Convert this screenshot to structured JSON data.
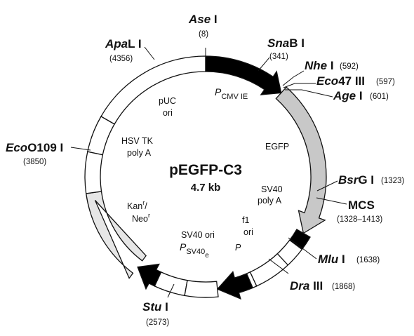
{
  "plasmid": {
    "name": "pEGFP-C3",
    "size": "4.7 kb"
  },
  "sites": {
    "ase": {
      "italic": "Ase",
      "roman": " I",
      "pos": "(8)"
    },
    "snab": {
      "italic": "Sna",
      "roman": "B I",
      "pos": "(341)"
    },
    "nhe": {
      "italic": "Nhe",
      "roman": " I",
      "pos": "(592)"
    },
    "eco47": {
      "italic": "Eco",
      "roman": "47 III",
      "pos": "(597)"
    },
    "age": {
      "italic": "Age",
      "roman": " I",
      "pos": "(601)"
    },
    "bsrg": {
      "italic": "Bsr",
      "roman": "G I",
      "pos": "(1323)"
    },
    "mcs": {
      "label": "MCS",
      "pos": "(1328–1413)"
    },
    "mlu": {
      "italic": "Mlu",
      "roman": " I",
      "pos": "(1638)"
    },
    "dra": {
      "italic": "Dra",
      "roman": " III",
      "pos": "(1868)"
    },
    "stu": {
      "italic": "Stu",
      "roman": " I",
      "pos": "(2573)"
    },
    "eco0109": {
      "italic": "Eco",
      "roman": "O109 I",
      "pos": "(3850)"
    },
    "apal": {
      "italic": "Apa",
      "roman": "L I",
      "pos": "(4356)"
    }
  },
  "features": {
    "pcmv": {
      "main": "P",
      "sub": "CMV IE"
    },
    "egfp": "EGFP",
    "sv40_polya_1": "SV40",
    "sv40_polya_2": "poly A",
    "f1_1": "f1",
    "f1_2": "ori",
    "p_label": "P",
    "sv40ori": "SV40 ori",
    "psv40": {
      "main": "P",
      "sub": "SV40",
      "subsub": "e"
    },
    "kan": {
      "a": "Kan",
      "a_sup": "r",
      "slash": "/",
      "b": "Neo",
      "b_sup": "r"
    },
    "hsvtk_1": "HSV TK",
    "hsvtk_2": "poly A",
    "puc_1": "pUC",
    "puc_2": "ori"
  },
  "colors": {
    "cmv": "#000000",
    "egfp": "#c8c8c8",
    "kan": "#e6e6e6",
    "backbone": "#ffffff",
    "mcs": "#000000",
    "outline": "#111111"
  }
}
